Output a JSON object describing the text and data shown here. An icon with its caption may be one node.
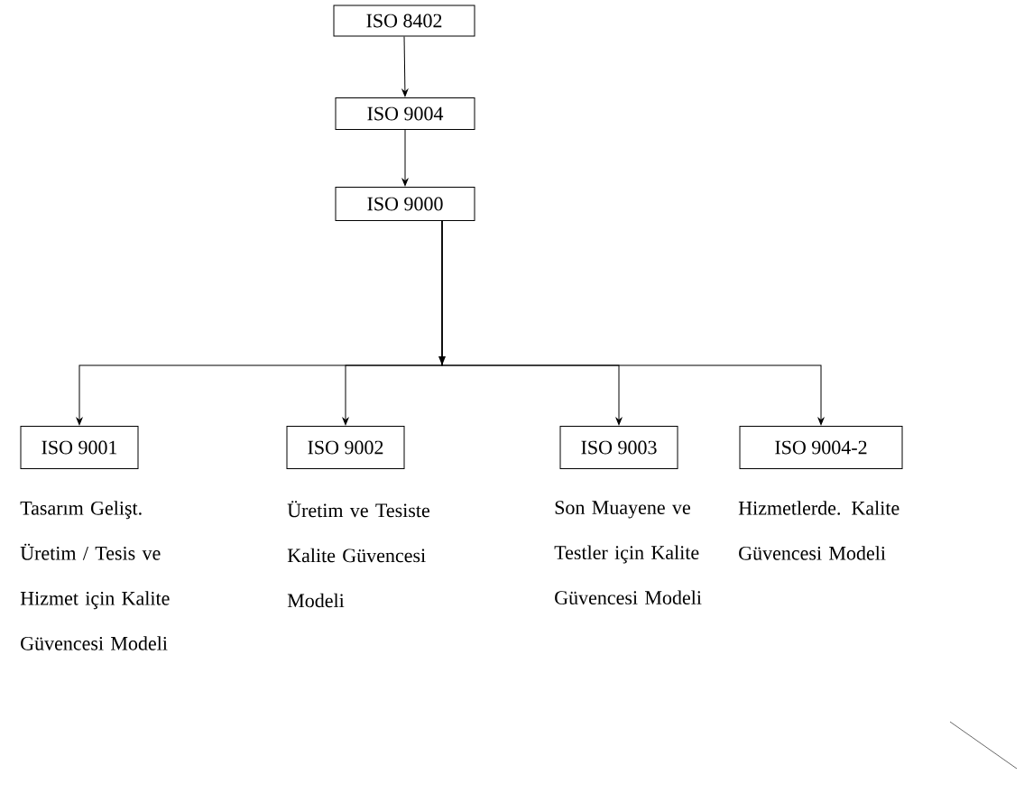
{
  "diagram": {
    "nodes": [
      {
        "text": [
          "ISO 8402"
        ]
      },
      {
        "text": [
          "ISO 9004"
        ]
      },
      {
        "text": [
          "ISO 9000"
        ]
      },
      {
        "text": [
          "ISO 9001"
        ],
        "beside": [
          "Tasarım Gelişt. Üretim / Tesis ve Hizmet için Kalite Güvencesi Modeli"
        ]
      },
      {
        "text": [
          "ISO 9002"
        ],
        "beside": [
          "Üretim ve Tesiste Kalite Güvencesi Modeli"
        ]
      },
      {
        "text": [
          "ISO 9003"
        ],
        "beside": [
          "Son Muayene ve Testler için Kalite Güvencesi Modeli"
        ]
      },
      {
        "text": [
          "ISO 9004-2"
        ],
        "beside": [
          "Hizmetlerde. Kalite Güvencesi Modeli"
        ]
      }
    ],
    "edges": [
      {
        "from": 0,
        "to": 1,
        "arrow": "to"
      },
      {
        "from": 1,
        "to": 2,
        "arrow": "to"
      },
      {
        "from": 2,
        "to": 3,
        "arrow": "to"
      },
      {
        "from": 2,
        "to": 4,
        "arrow": "to"
      },
      {
        "from": 2,
        "to": 5,
        "arrow": "to"
      },
      {
        "from": 2,
        "to": 6,
        "arrow": "to"
      }
    ]
  }
}
